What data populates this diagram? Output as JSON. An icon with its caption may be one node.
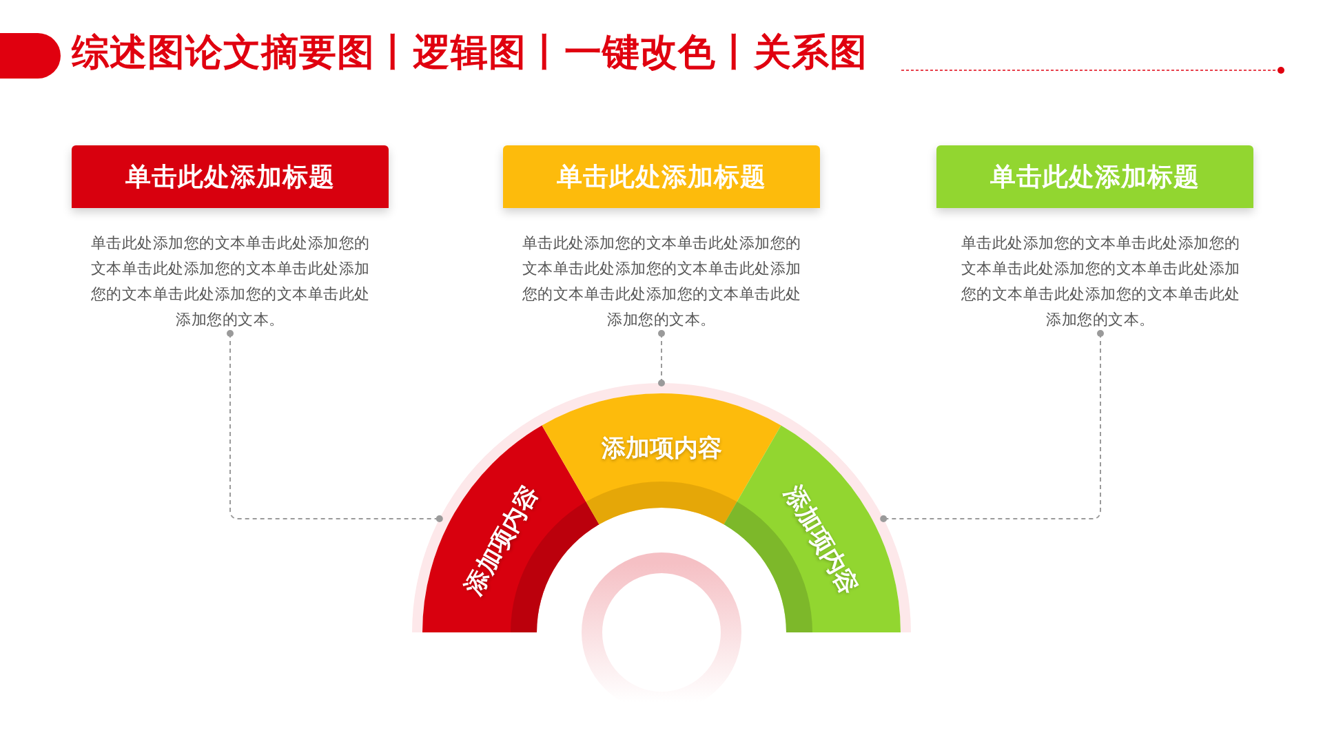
{
  "diagram": {
    "title": "综述图论文摘要图丨逻辑图丨一键改色丨关系图",
    "nodes": [
      {
        "text": [
          "单击此处添加标题"
        ]
      },
      {
        "text": [
          "单击此处添加您的文本单击此处添加您的文本单击此处添加您的文本单击此处添加您的文本单击此处添加您的文本单击此处添加您的文本。"
        ]
      },
      {
        "text": [
          "单击此处添加标题"
        ]
      },
      {
        "text": [
          "单击此处添加您的文本单击此处添加您的文本单击此处添加您的文本单击此处添加您的文本单击此处添加您的文本单击此处添加您的文本。"
        ]
      },
      {
        "text": [
          "单击此处添加标题"
        ]
      },
      {
        "text": [
          "单击此处添加您的文本单击此处添加您的文本单击此处添加您的文本单击此处添加您的文本单击此处添加您的文本单击此处添加您的文本。"
        ]
      },
      {
        "text": [
          "添加项内容"
        ]
      },
      {
        "text": [
          "添加项内容"
        ]
      },
      {
        "text": [
          "添加项内容"
        ]
      }
    ],
    "edges": [
      {
        "from": 1,
        "to": 6,
        "arrow": "other",
        "style": "dashed"
      },
      {
        "from": 3,
        "to": 7,
        "arrow": "other",
        "style": "dashed"
      },
      {
        "from": 5,
        "to": 8,
        "arrow": "other",
        "style": "dashed"
      }
    ]
  }
}
